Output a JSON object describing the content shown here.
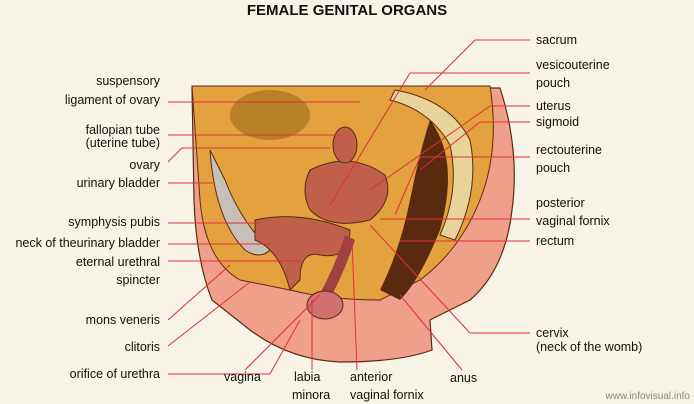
{
  "title": "FEMALE GENITAL ORGANS",
  "left_labels": [
    "suspensory",
    "ligament of ovary",
    "fallopian tube",
    "(uterine tube)",
    "ovary",
    "urinary bladder",
    "symphysis pubis",
    "neck of theurinary bladder",
    "eternal urethral",
    "spincter",
    "mons veneris",
    "clitoris",
    "orifice of urethra"
  ],
  "right_labels": [
    "sacrum",
    "vesicouterine",
    "pouch",
    "uterus",
    "sigmoid",
    "rectouterine",
    "pouch",
    "posterior",
    "vaginal fornix",
    "rectum",
    "cervix",
    "(neck of the womb)"
  ],
  "bottom_labels": [
    "vagina",
    "labia",
    "minora",
    "anterior",
    "vaginal fornix",
    "anus"
  ],
  "watermark": "www.infovisual.info",
  "colors": {
    "leader": "#e0303a",
    "tissue": "#e4a23e",
    "skin": "#f0a08a",
    "organ": "#c0604a",
    "dark": "#5a2a10"
  }
}
